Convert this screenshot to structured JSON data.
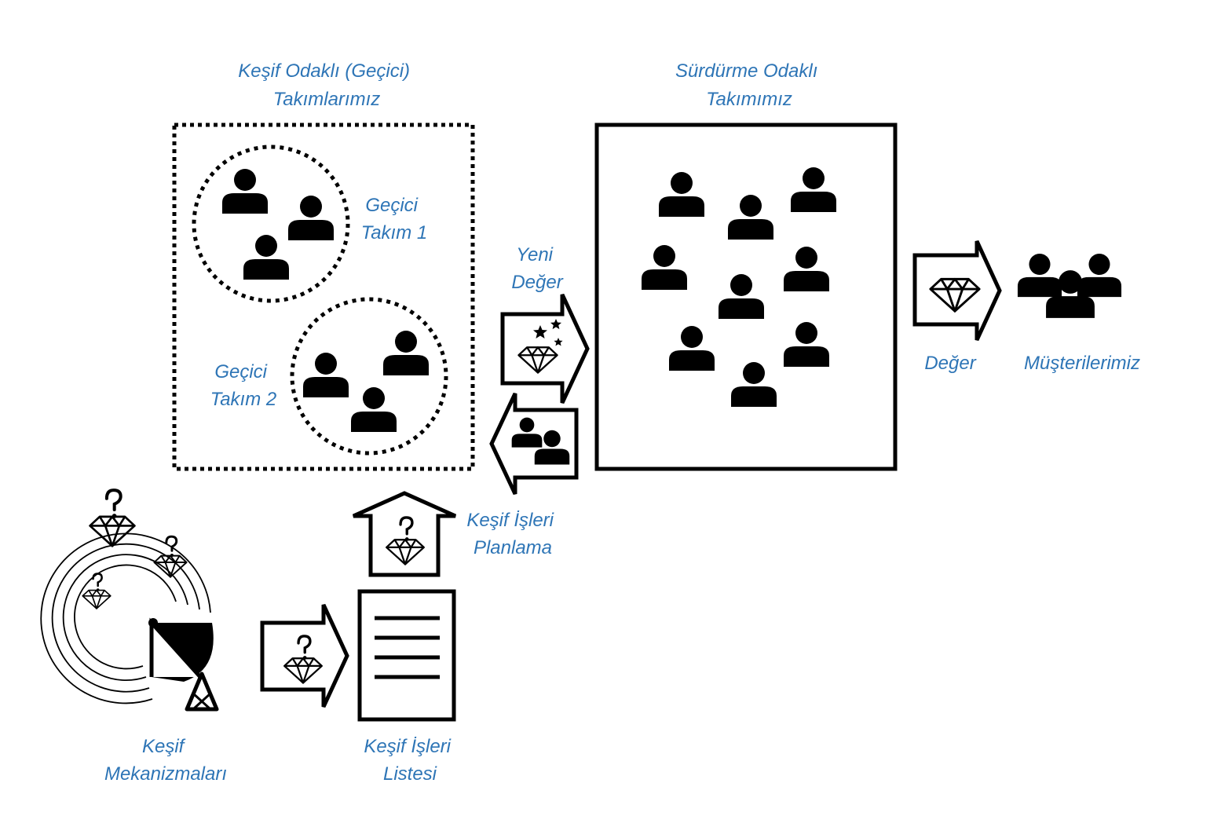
{
  "labels": {
    "discovery_teams_line1": "Keşif Odaklı (Geçici)",
    "discovery_teams_line2": "Takımlarımız",
    "sustain_team_line1": "Sürdürme Odaklı",
    "sustain_team_line2": "Takımımız",
    "temp_team1_line1": "Geçici",
    "temp_team1_line2": "Takım 1",
    "temp_team2_line1": "Geçici",
    "temp_team2_line2": "Takım 2",
    "new_value_line1": "Yeni",
    "new_value_line2": "Değer",
    "value": "Değer",
    "customers": "Müşterilerimiz",
    "planning_line1": "Keşif İşleri",
    "planning_line2": "Planlama",
    "mechanisms_line1": "Keşif",
    "mechanisms_line2": "Mekanizmaları",
    "work_list_line1": "Keşif İşleri",
    "work_list_line2": "Listesi"
  },
  "colors": {
    "label": "#2E75B6",
    "stroke": "#000000"
  },
  "icons": [
    "person-icon",
    "people-group-icon",
    "diamond-icon",
    "question-diamond-icon",
    "sparkle-diamond-icon",
    "satellite-dish-icon",
    "list-document-icon",
    "arrow-icon"
  ]
}
